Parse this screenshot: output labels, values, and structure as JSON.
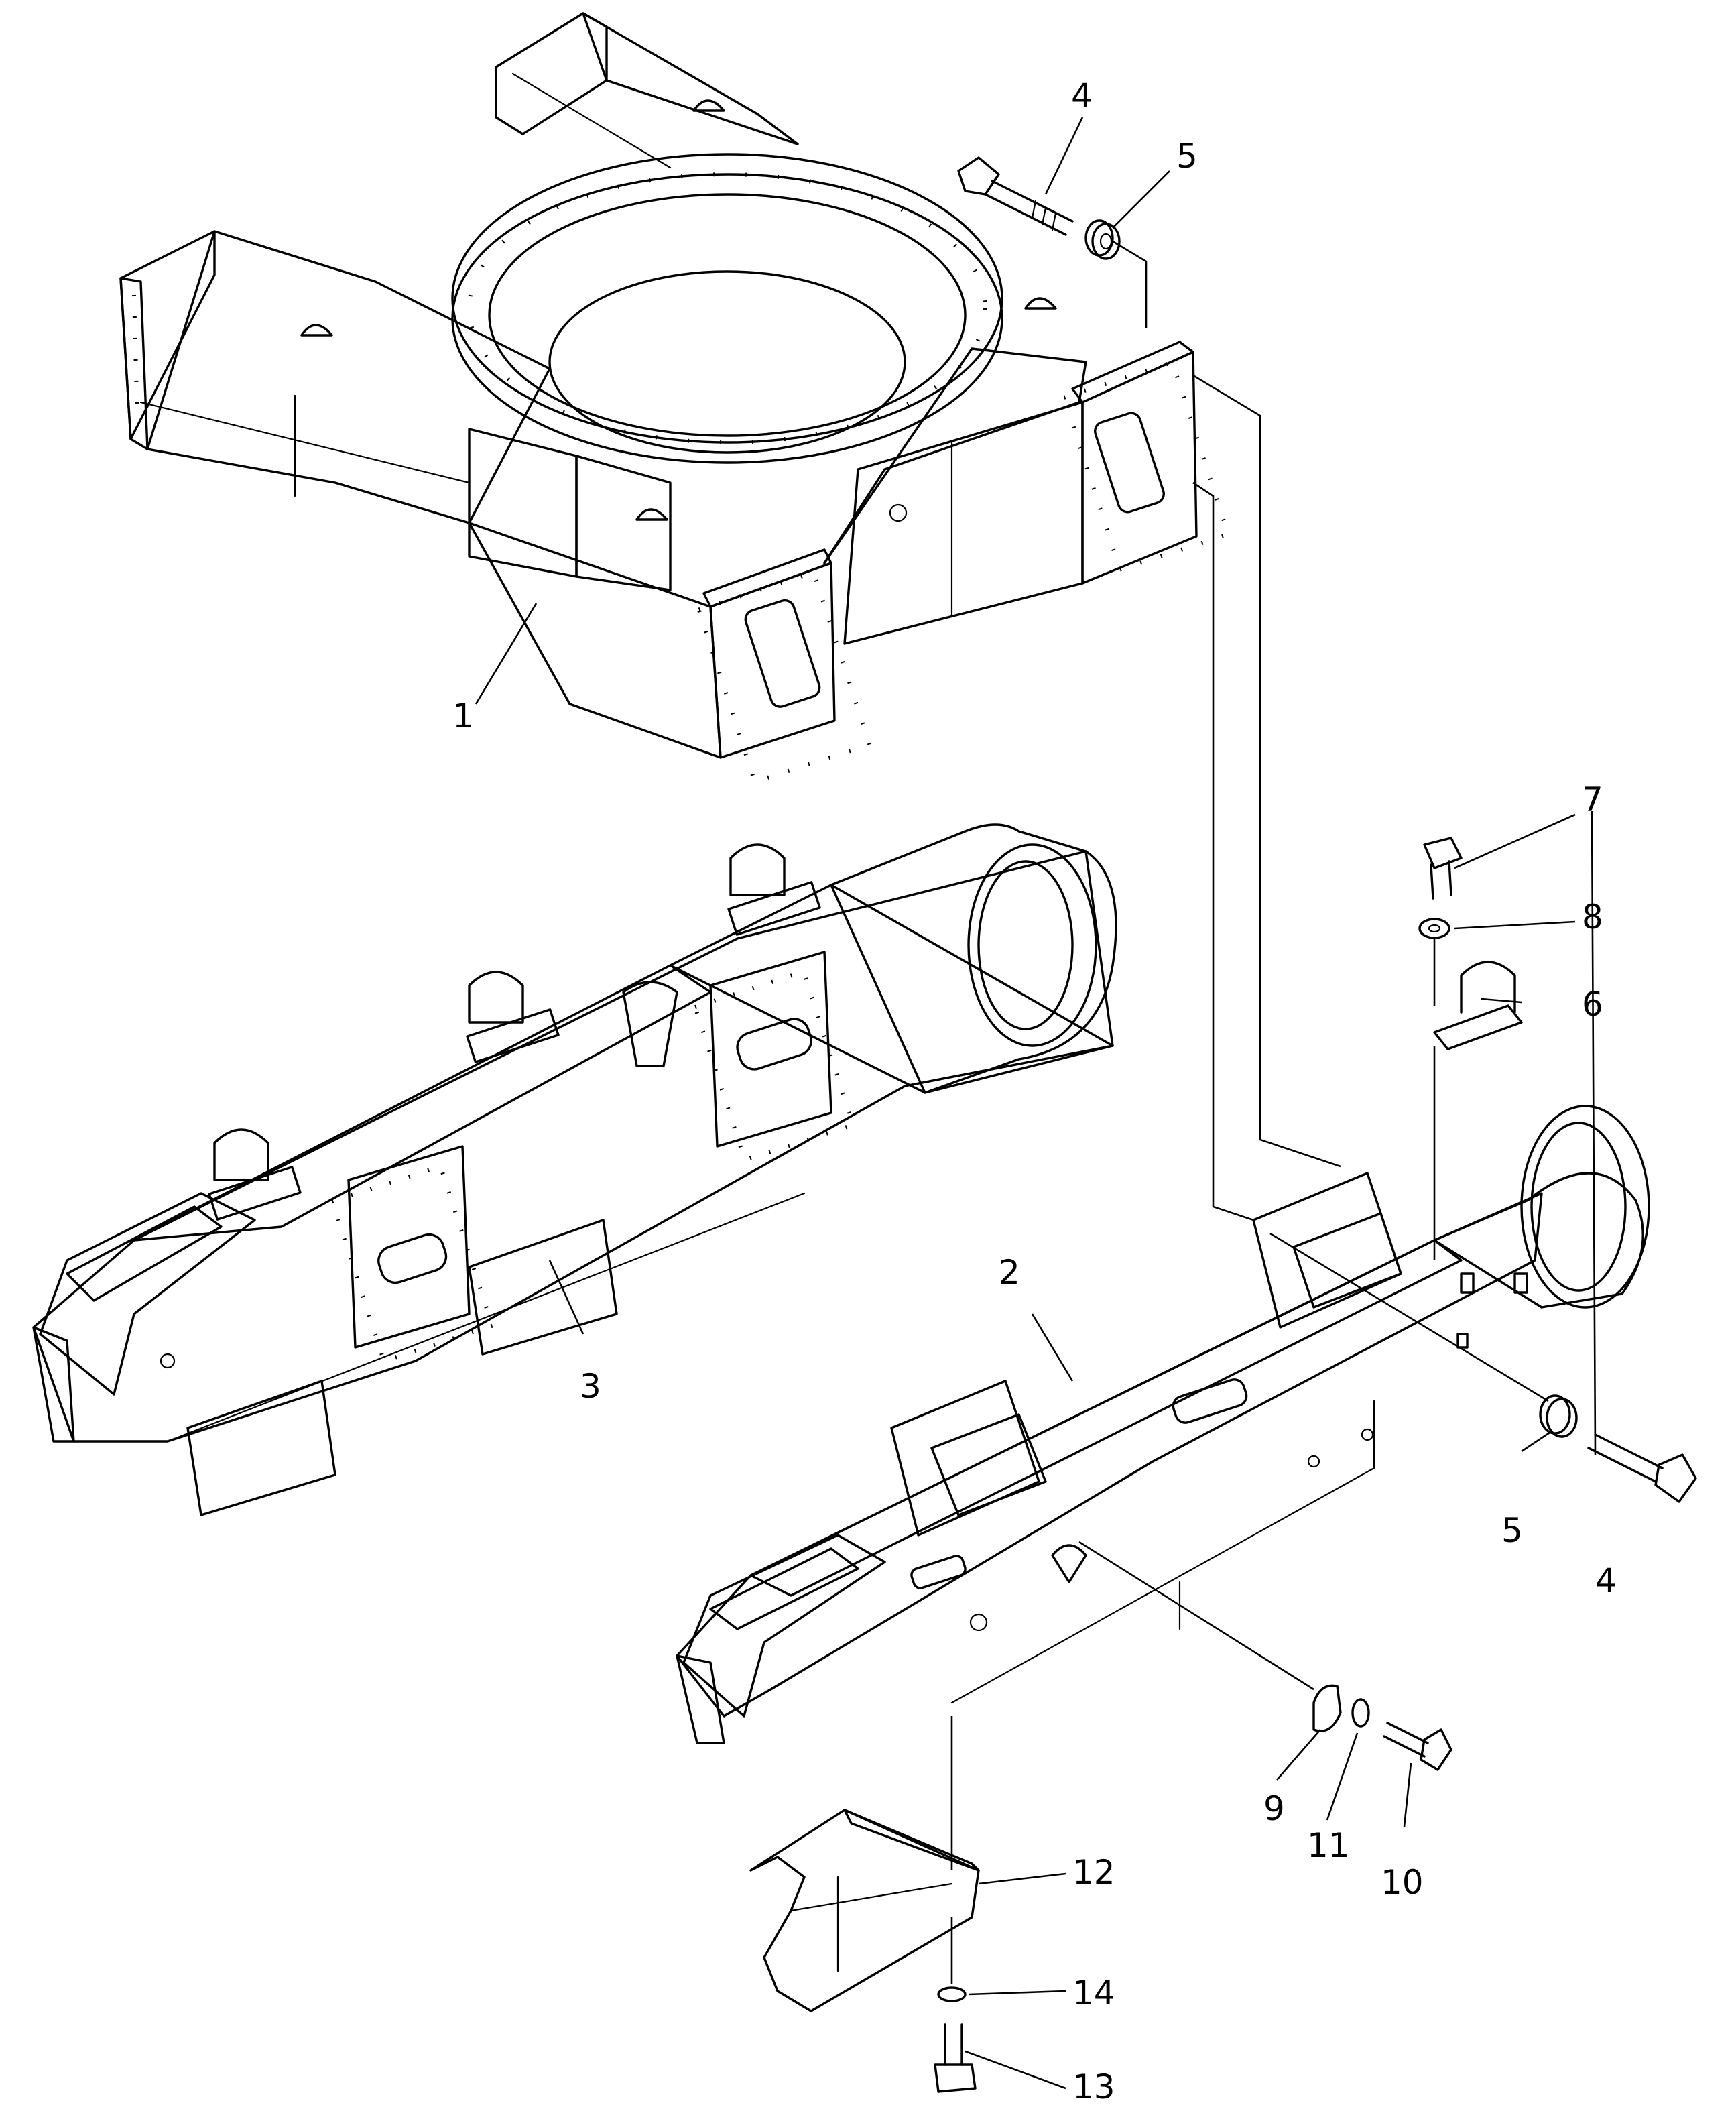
{
  "diagram": {
    "callouts": [
      "1",
      "2",
      "3",
      "4",
      "5",
      "4",
      "5",
      "6",
      "7",
      "8",
      "9",
      "10",
      "11",
      "12",
      "13",
      "14"
    ]
  },
  "icons": {
    "upper_frame": "frame-illustration",
    "track_frame_left": "frame-illustration",
    "track_frame_right": "frame-illustration",
    "bolt": "bolt-icon",
    "washer": "washer-icon",
    "spacer": "spacer-icon",
    "block": "block-icon",
    "plate": "plate-icon",
    "guard": "guard-icon"
  }
}
